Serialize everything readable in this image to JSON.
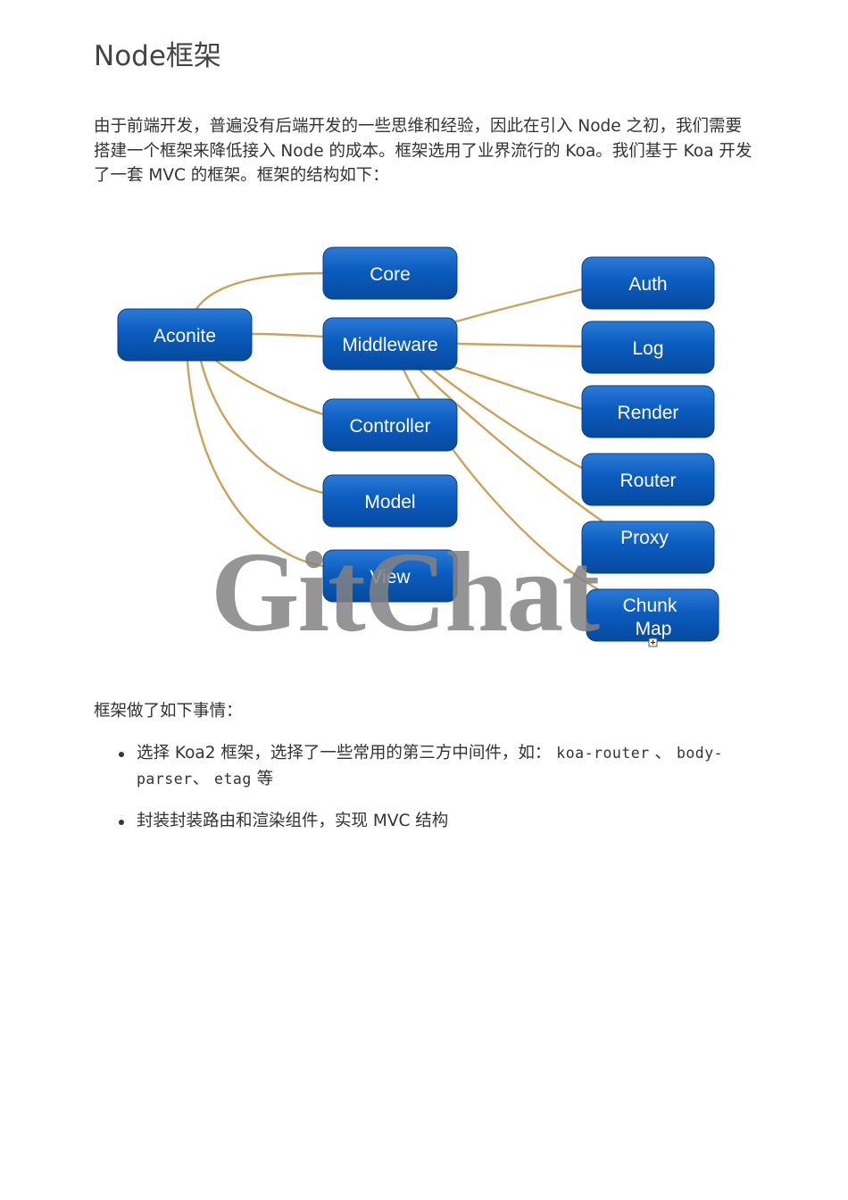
{
  "title": "Node框架",
  "intro": "由于前端开发，普遍没有后端开发的一些思维和经验，因此在引入 Node 之初，我们需要搭建一个框架来降低接入 Node 的成本。框架选用了业界流行的 Koa。我们基于 Koa 开发了一套 MVC 的框架。框架的结构如下：",
  "diagram": {
    "nodes": {
      "aconite": "Aconite",
      "core": "Core",
      "middleware": "Middleware",
      "controller": "Controller",
      "model": "Model",
      "view": "View",
      "auth": "Auth",
      "log": "Log",
      "render": "Render",
      "router": "Router",
      "proxy": "Proxy",
      "chunk_line1": "Chunk",
      "chunk_line2": "Map"
    },
    "node_color": "#0a57b8",
    "edge_color": "#c9a25c"
  },
  "watermark": "GitChat",
  "subheading": "框架做了如下事情：",
  "list": {
    "item1": {
      "text_before": "选择 Koa2 框架，选择了一些常用的第三方中间件，如：",
      "code1": "koa-router",
      "sep1": "、",
      "code2": "body-parser",
      "sep2": "、",
      "code3": "etag",
      "text_after": "等"
    },
    "item2": "封装封装路由和渲染组件，实现 MVC 结构"
  }
}
